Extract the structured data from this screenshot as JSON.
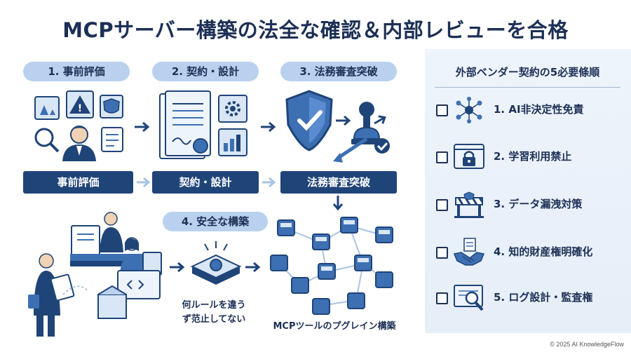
{
  "title": "MCPサーバー構築の法全な確認＆内部レビューを合格",
  "steps": [
    {
      "pill": "1. 事前評価",
      "bar": "事前評価"
    },
    {
      "pill": "2. 契約・設計",
      "bar": "契約・設計"
    },
    {
      "pill": "3. 法務審査突破",
      "bar": "法務審査突破"
    }
  ],
  "step4": {
    "pill": "4. 安全な構築"
  },
  "captions": {
    "device": "何ルールを違う\nず范止してない",
    "network": "MCPツールのプグレイン構築"
  },
  "right_panel": {
    "title": "外部ベンダー契約の5必要條順",
    "items": [
      {
        "label": "1. AI非決定性免責",
        "icon": "network-nodes-icon"
      },
      {
        "label": "2. 学習利用禁止",
        "icon": "padlock-screen-icon"
      },
      {
        "label": "3. データ漏洩対策",
        "icon": "barrier-icon"
      },
      {
        "label": "4. 知的財産権明確化",
        "icon": "handshake-icon"
      },
      {
        "label": "5. ログ設計・監査権",
        "icon": "magnifier-document-icon"
      }
    ]
  },
  "copyright": "© 2025 AI KnowledgeFlow",
  "colors": {
    "navy": "#1f4478",
    "pill": "#b9d1ee",
    "panel": "#eef4fb",
    "accent": "#3d6fb3"
  }
}
